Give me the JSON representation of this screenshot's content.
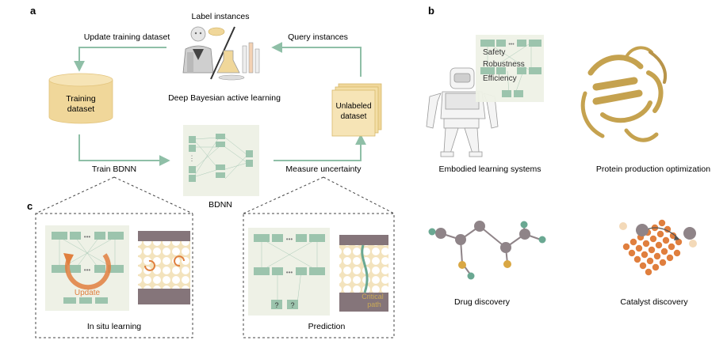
{
  "panels": {
    "a": "a",
    "b": "b",
    "c": "c"
  },
  "panel_a": {
    "label_instances": "Label instances",
    "update_training_dataset": "Update training dataset",
    "query_instances": "Query instances",
    "deep_bayesian_active_learning": "Deep Bayesian active learning",
    "training_dataset_line1": "Training",
    "training_dataset_line2": "dataset",
    "unlabeled_dataset_line1": "Unlabeled",
    "unlabeled_dataset_line2": "dataset",
    "train_bdnn": "Train BDNN",
    "measure_uncertainty": "Measure uncertainty",
    "bdnn": "BDNN"
  },
  "panel_b": {
    "safety": "Safety",
    "robustness": "Robustness",
    "efficiency": "Efficiency",
    "embodied": "Embodied learning systems",
    "protein": "Protein production optimization",
    "drug": "Drug discovery",
    "catalyst": "Catalyst discovery"
  },
  "panel_c": {
    "update": "Update",
    "in_situ_learning": "In situ learning",
    "question_1": "?",
    "question_2": "?",
    "critical_line1": "Critical",
    "critical_line2": "path",
    "prediction": "Prediction"
  },
  "colors": {
    "arrow": "#8fbfa7",
    "node": "#9cc4ad",
    "panel_bg": "#eef1e6",
    "dataset": "#f0d79a",
    "brown": "#85757a",
    "orange": "#e07f3e",
    "protein": "#c5a24f",
    "drug_gray": "#8f8488",
    "drug_green": "#6aa892",
    "drug_yellow": "#d9a743"
  }
}
